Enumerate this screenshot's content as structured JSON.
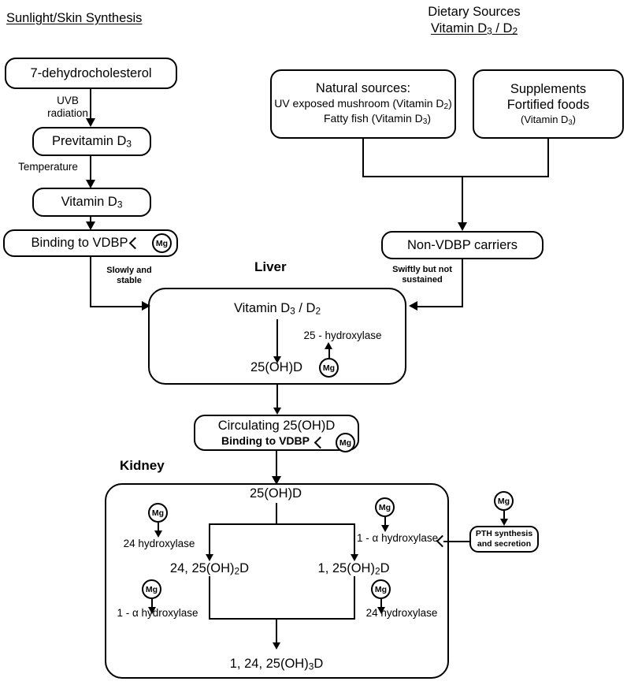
{
  "headers": {
    "left_title": "Sunlight/Skin Synthesis",
    "right_title_line1": "Dietary Sources",
    "right_title_line2_a": "Vitamin D",
    "right_title_line2_sub1": "3",
    "right_title_line2_b": " / D",
    "right_title_line2_sub2": "2"
  },
  "organs": {
    "liver": "Liver",
    "kidney": "Kidney"
  },
  "skin_pathway": {
    "step1": "7-dehydrocholesterol",
    "edge1_line1": "UVB",
    "edge1_line2": "radiation",
    "step2_a": "Previtamin D",
    "step2_sub": "3",
    "edge2": "Temperature",
    "step3_a": "Vitamin D",
    "step3_sub": "3",
    "step4": "Binding to VDBP",
    "step4_cofactor": "Mg",
    "edge4_line1": "Slowly and",
    "edge4_line2": "stable"
  },
  "dietary": {
    "natural_title": "Natural sources:",
    "natural_line2_a": "UV  exposed mushroom (Vitamin D",
    "natural_line2_sub": "2",
    "natural_line2_b": ")",
    "natural_line3_a": "Fatty fish (Vitamin D",
    "natural_line3_sub": "3",
    "natural_line3_b": ")",
    "supplements_line1": "Supplements",
    "supplements_line2": "Fortified foods",
    "supplements_line3_a": "(Vitamin D",
    "supplements_line3_sub": "3",
    "supplements_line3_b": ")",
    "carriers": "Non-VDBP carriers",
    "carriers_edge_line1": "Swiftly but not",
    "carriers_edge_line2": "sustained"
  },
  "liver_stage": {
    "input_a": "Vitamin D",
    "input_sub1": "3",
    "input_b": " / D",
    "input_sub2": "2",
    "enzyme": "25 - hydroxylase",
    "enzyme_cofactor": "Mg",
    "output": "25(OH)D"
  },
  "circulating": {
    "line1": "Circulating 25(OH)D",
    "line2": "Binding to VDBP",
    "cofactor": "Mg"
  },
  "kidney_stage": {
    "input": "25(OH)D",
    "enzyme_left": "24 hydroxylase",
    "enzyme_left_cofactor": "Mg",
    "enzyme_right_a": "1 - ",
    "enzyme_right_alpha": "α",
    "enzyme_right_b": "  hydroxylase",
    "enzyme_right_cofactor": "Mg",
    "metabolite_left_a": "24, 25(OH)",
    "metabolite_left_sub": "2",
    "metabolite_left_b": "D",
    "metabolite_right_a": "1, 25(OH)",
    "metabolite_right_sub": "2",
    "metabolite_right_b": "D",
    "enzyme_left2_a": "1 - ",
    "enzyme_left2_alpha": "α",
    "enzyme_left2_b": "  hydroxylase",
    "enzyme_left2_cofactor": "Mg",
    "enzyme_right2": "24 hydroxylase",
    "enzyme_right2_cofactor": "Mg",
    "final_a": "1, 24, 25(OH)",
    "final_sub": "3",
    "final_b": "D"
  },
  "pth": {
    "line1": "PTH synthesis",
    "line2": "and secretion",
    "cofactor": "Mg"
  },
  "colors": {
    "stroke": "#000000",
    "background": "#ffffff"
  }
}
